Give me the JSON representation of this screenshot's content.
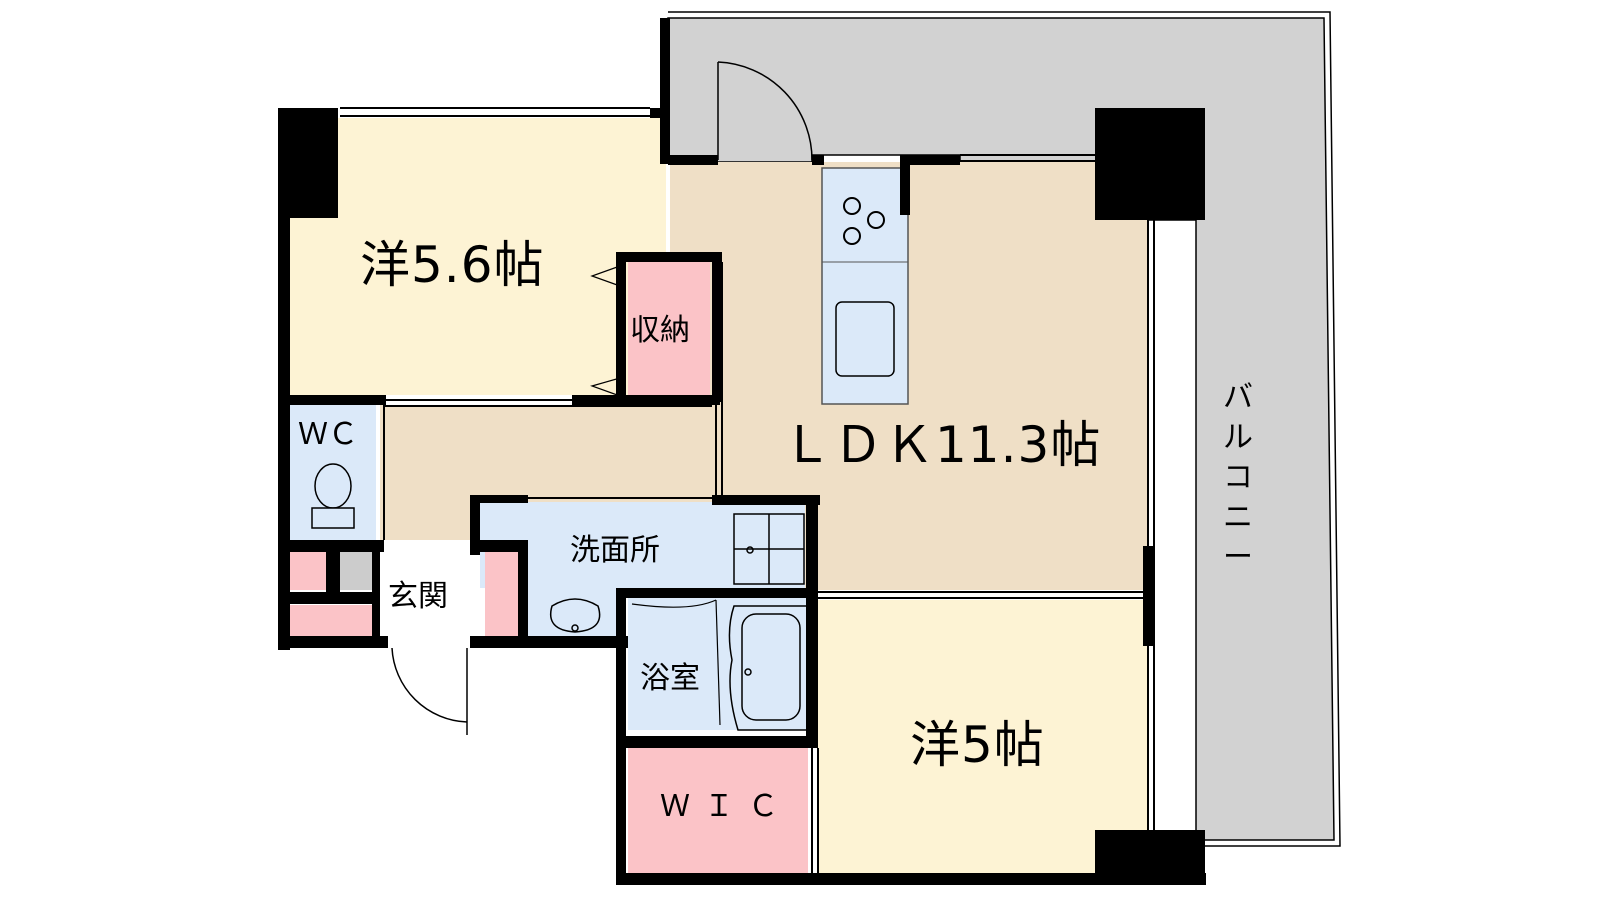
{
  "rooms": {
    "western_room_1": "洋5.6帖",
    "storage": "収納",
    "ldk": "ＬＤＫ11.3帖",
    "wc": "ＷＣ",
    "washroom": "洗面所",
    "entrance": "玄関",
    "bathroom": "浴室",
    "walk_in_closet": "ＷＩＣ",
    "western_room_2": "洋5帖",
    "balcony": "バルコニー"
  },
  "colors": {
    "western_room": "#fdf3d4",
    "ldk": "#efdfc6",
    "storage": "#fbc3c7",
    "water": "#dbe9f9",
    "balcony": "#d2d2d2",
    "wall": "#000000"
  }
}
